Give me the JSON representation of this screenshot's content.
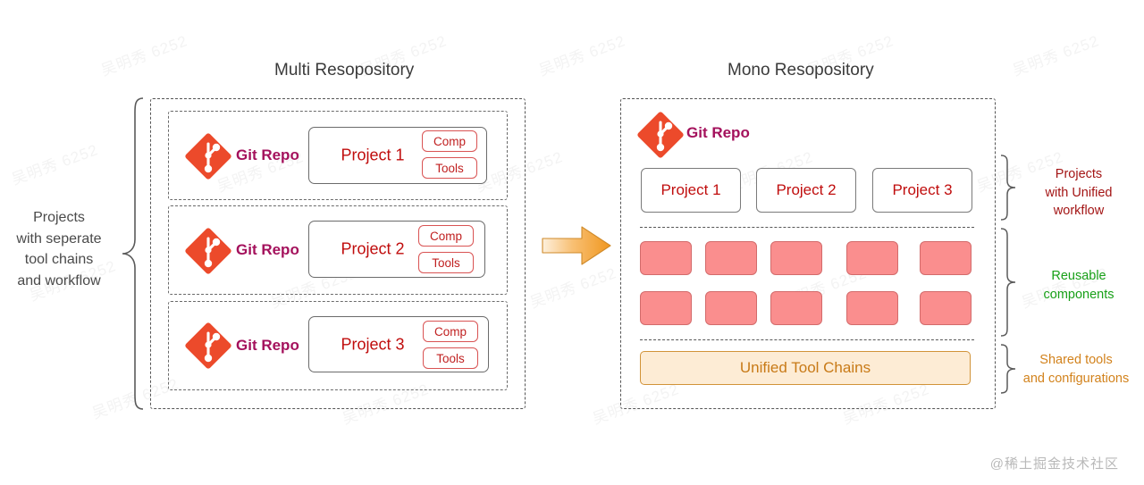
{
  "background_watermark": "吴明秀 6252",
  "corner_watermark": "@稀土掘金技术社区",
  "colors": {
    "git_orange": "#ec4a2b",
    "git_label": "#a4115c",
    "project_red": "#c00d0d",
    "pill_red": "#c02020",
    "component_pink": "#fa8e8e",
    "toolchain_bg": "#fdecd5",
    "toolchain_text": "#c87a17",
    "annotation_red": "#a31515",
    "annotation_green": "#18a018",
    "annotation_orange": "#d2821c",
    "arrow_from": "#fde2c0",
    "arrow_to": "#f0971f"
  },
  "left_panel": {
    "title": "Multi Resopository",
    "annotation": [
      "Projects",
      "with seperate",
      "tool chains",
      "and workflow"
    ],
    "rows": [
      {
        "git_label": "Git Repo",
        "project": "Project 1",
        "pills": [
          "Comp",
          "Tools"
        ]
      },
      {
        "git_label": "Git Repo",
        "project": "Project 2",
        "pills": [
          "Comp",
          "Tools"
        ]
      },
      {
        "git_label": "Git Repo",
        "project": "Project 3",
        "pills": [
          "Comp",
          "Tools"
        ]
      }
    ]
  },
  "arrow": {
    "name": "right-arrow"
  },
  "right_panel": {
    "title": "Mono Resopository",
    "git_label": "Git Repo",
    "projects": [
      "Project 1",
      "Project 2",
      "Project 3"
    ],
    "components_count": 10,
    "toolchain_label": "Unified Tool Chains",
    "annotations": [
      {
        "lines": [
          "Projects",
          "with Unified",
          "workflow"
        ],
        "color": "red"
      },
      {
        "lines": [
          "Reusable",
          "components"
        ],
        "color": "green"
      },
      {
        "lines": [
          "Shared tools",
          "and configurations"
        ],
        "color": "orange"
      }
    ]
  }
}
